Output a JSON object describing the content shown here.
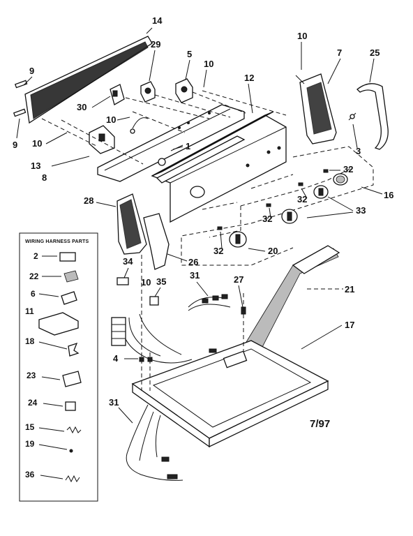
{
  "harness_box": {
    "title": "WIRING HARNESS PARTS"
  },
  "callouts": {
    "c14": "14",
    "c9a": "9",
    "c9b": "9",
    "c29": "29",
    "c5": "5",
    "c10a": "10",
    "c10b": "10",
    "c7": "7",
    "c25": "25",
    "c12": "12",
    "c30": "30",
    "c10c": "10",
    "c10d": "10",
    "c1": "1",
    "c13": "13",
    "c8": "8",
    "c3": "3",
    "c32a": "32",
    "c16": "16",
    "c32b": "32",
    "c33": "33",
    "c32c": "32",
    "c28": "28",
    "c32d": "32",
    "c20": "20",
    "c26": "26",
    "c34": "34",
    "c10e": "10",
    "c35": "35",
    "c31a": "31",
    "c27": "27",
    "c21": "21",
    "c17": "17",
    "c4": "4",
    "c31b": "31"
  },
  "harness_callouts": {
    "h2": "2",
    "h22": "22",
    "h6": "6",
    "h11": "11",
    "h18": "18",
    "h23": "23",
    "h24": "24",
    "h15": "15",
    "h19": "19",
    "h36": "36"
  },
  "date_code": "7/97"
}
